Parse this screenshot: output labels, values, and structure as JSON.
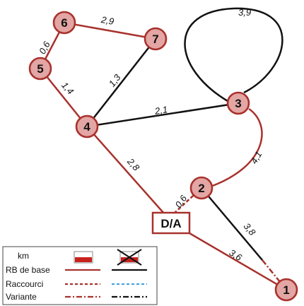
{
  "colors": {
    "red": "#a8322d",
    "black": "#111111",
    "blue": "#4aa3df",
    "node_fill": "#e3a6a4"
  },
  "start_label": "D/A",
  "nodes": [
    {
      "id": "1",
      "label": "1"
    },
    {
      "id": "2",
      "label": "2"
    },
    {
      "id": "3",
      "label": "3"
    },
    {
      "id": "4",
      "label": "4"
    },
    {
      "id": "5",
      "label": "5"
    },
    {
      "id": "6",
      "label": "6"
    },
    {
      "id": "7",
      "label": "7"
    }
  ],
  "edges": [
    {
      "from": "6",
      "to": "7",
      "km": "2,9"
    },
    {
      "from": "6",
      "to": "5",
      "km": "0,6"
    },
    {
      "from": "5",
      "to": "4",
      "km": "1,4"
    },
    {
      "from": "4",
      "to": "7",
      "km": "1,3"
    },
    {
      "from": "4",
      "to": "3",
      "km": "2,1"
    },
    {
      "from": "3",
      "to": "3",
      "km": "3,9"
    },
    {
      "from": "3",
      "to": "2",
      "km": "4,1"
    },
    {
      "from": "4",
      "to": "D/A",
      "km": "2,8"
    },
    {
      "from": "D/A",
      "to": "2",
      "km": "0,6"
    },
    {
      "from": "2",
      "to": "1",
      "km": "3,8"
    },
    {
      "from": "D/A",
      "to": "1",
      "km": "3,6"
    }
  ],
  "legend": {
    "unit": "km",
    "rows": [
      "RB de base",
      "Raccourci",
      "Variante"
    ]
  }
}
